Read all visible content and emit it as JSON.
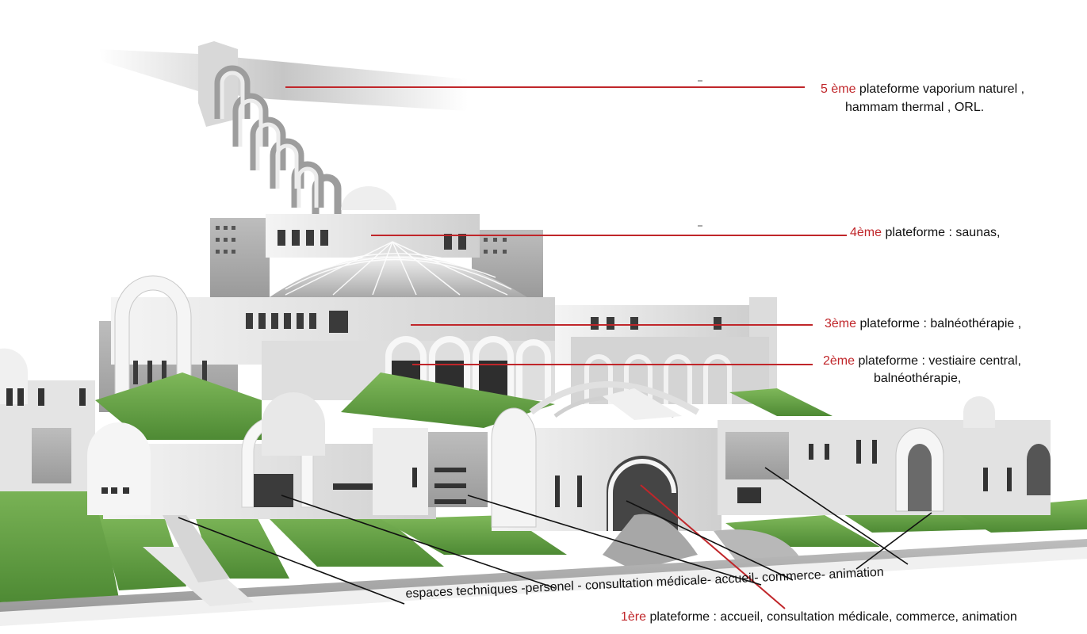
{
  "annotations": {
    "level5": {
      "num": "5 ème",
      "text": " plateforme vaporium naturel ,",
      "line2": "hammam thermal , ORL."
    },
    "level4": {
      "num": "4ème",
      "text": " plateforme : saunas,"
    },
    "level3": {
      "num": "3ème",
      "text": " plateforme : balnéothérapie ,"
    },
    "level2": {
      "num": "2ème",
      "text": " plateforme : vestiaire central,",
      "line2": "balnéothérapie,"
    },
    "level1_programme": "espaces techniques -personel - consultation médicale- accueil- commerce- animation",
    "level1": {
      "num": "1ère",
      "text": "  plateforme :  accueil, consultation médicale, commerce, animation"
    }
  },
  "colors": {
    "accent_red": "#c0262a",
    "leader_black": "#111111",
    "grass": "#5c9a3e",
    "building": "#e6e6e6",
    "road": "#7a7a7a"
  }
}
